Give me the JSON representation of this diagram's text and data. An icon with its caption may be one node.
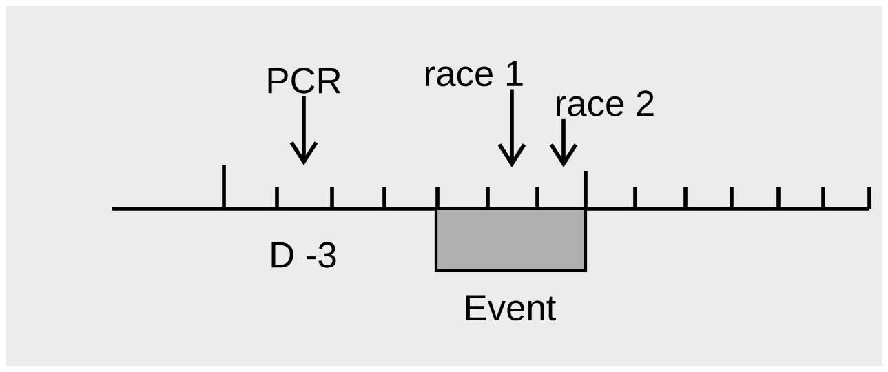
{
  "diagram": {
    "nodes": [
      {
        "text": [
          "PCR"
        ]
      },
      {
        "text": [
          "race 1"
        ]
      },
      {
        "text": [
          "race 2"
        ]
      },
      {
        "text": [
          "Event"
        ]
      }
    ],
    "edges": [
      {
        "from": 0,
        "to": null,
        "arrow": "to"
      },
      {
        "from": 1,
        "to": null,
        "arrow": "to"
      },
      {
        "from": 2,
        "to": null,
        "arrow": "to"
      }
    ],
    "labels": [
      "D -3"
    ]
  }
}
